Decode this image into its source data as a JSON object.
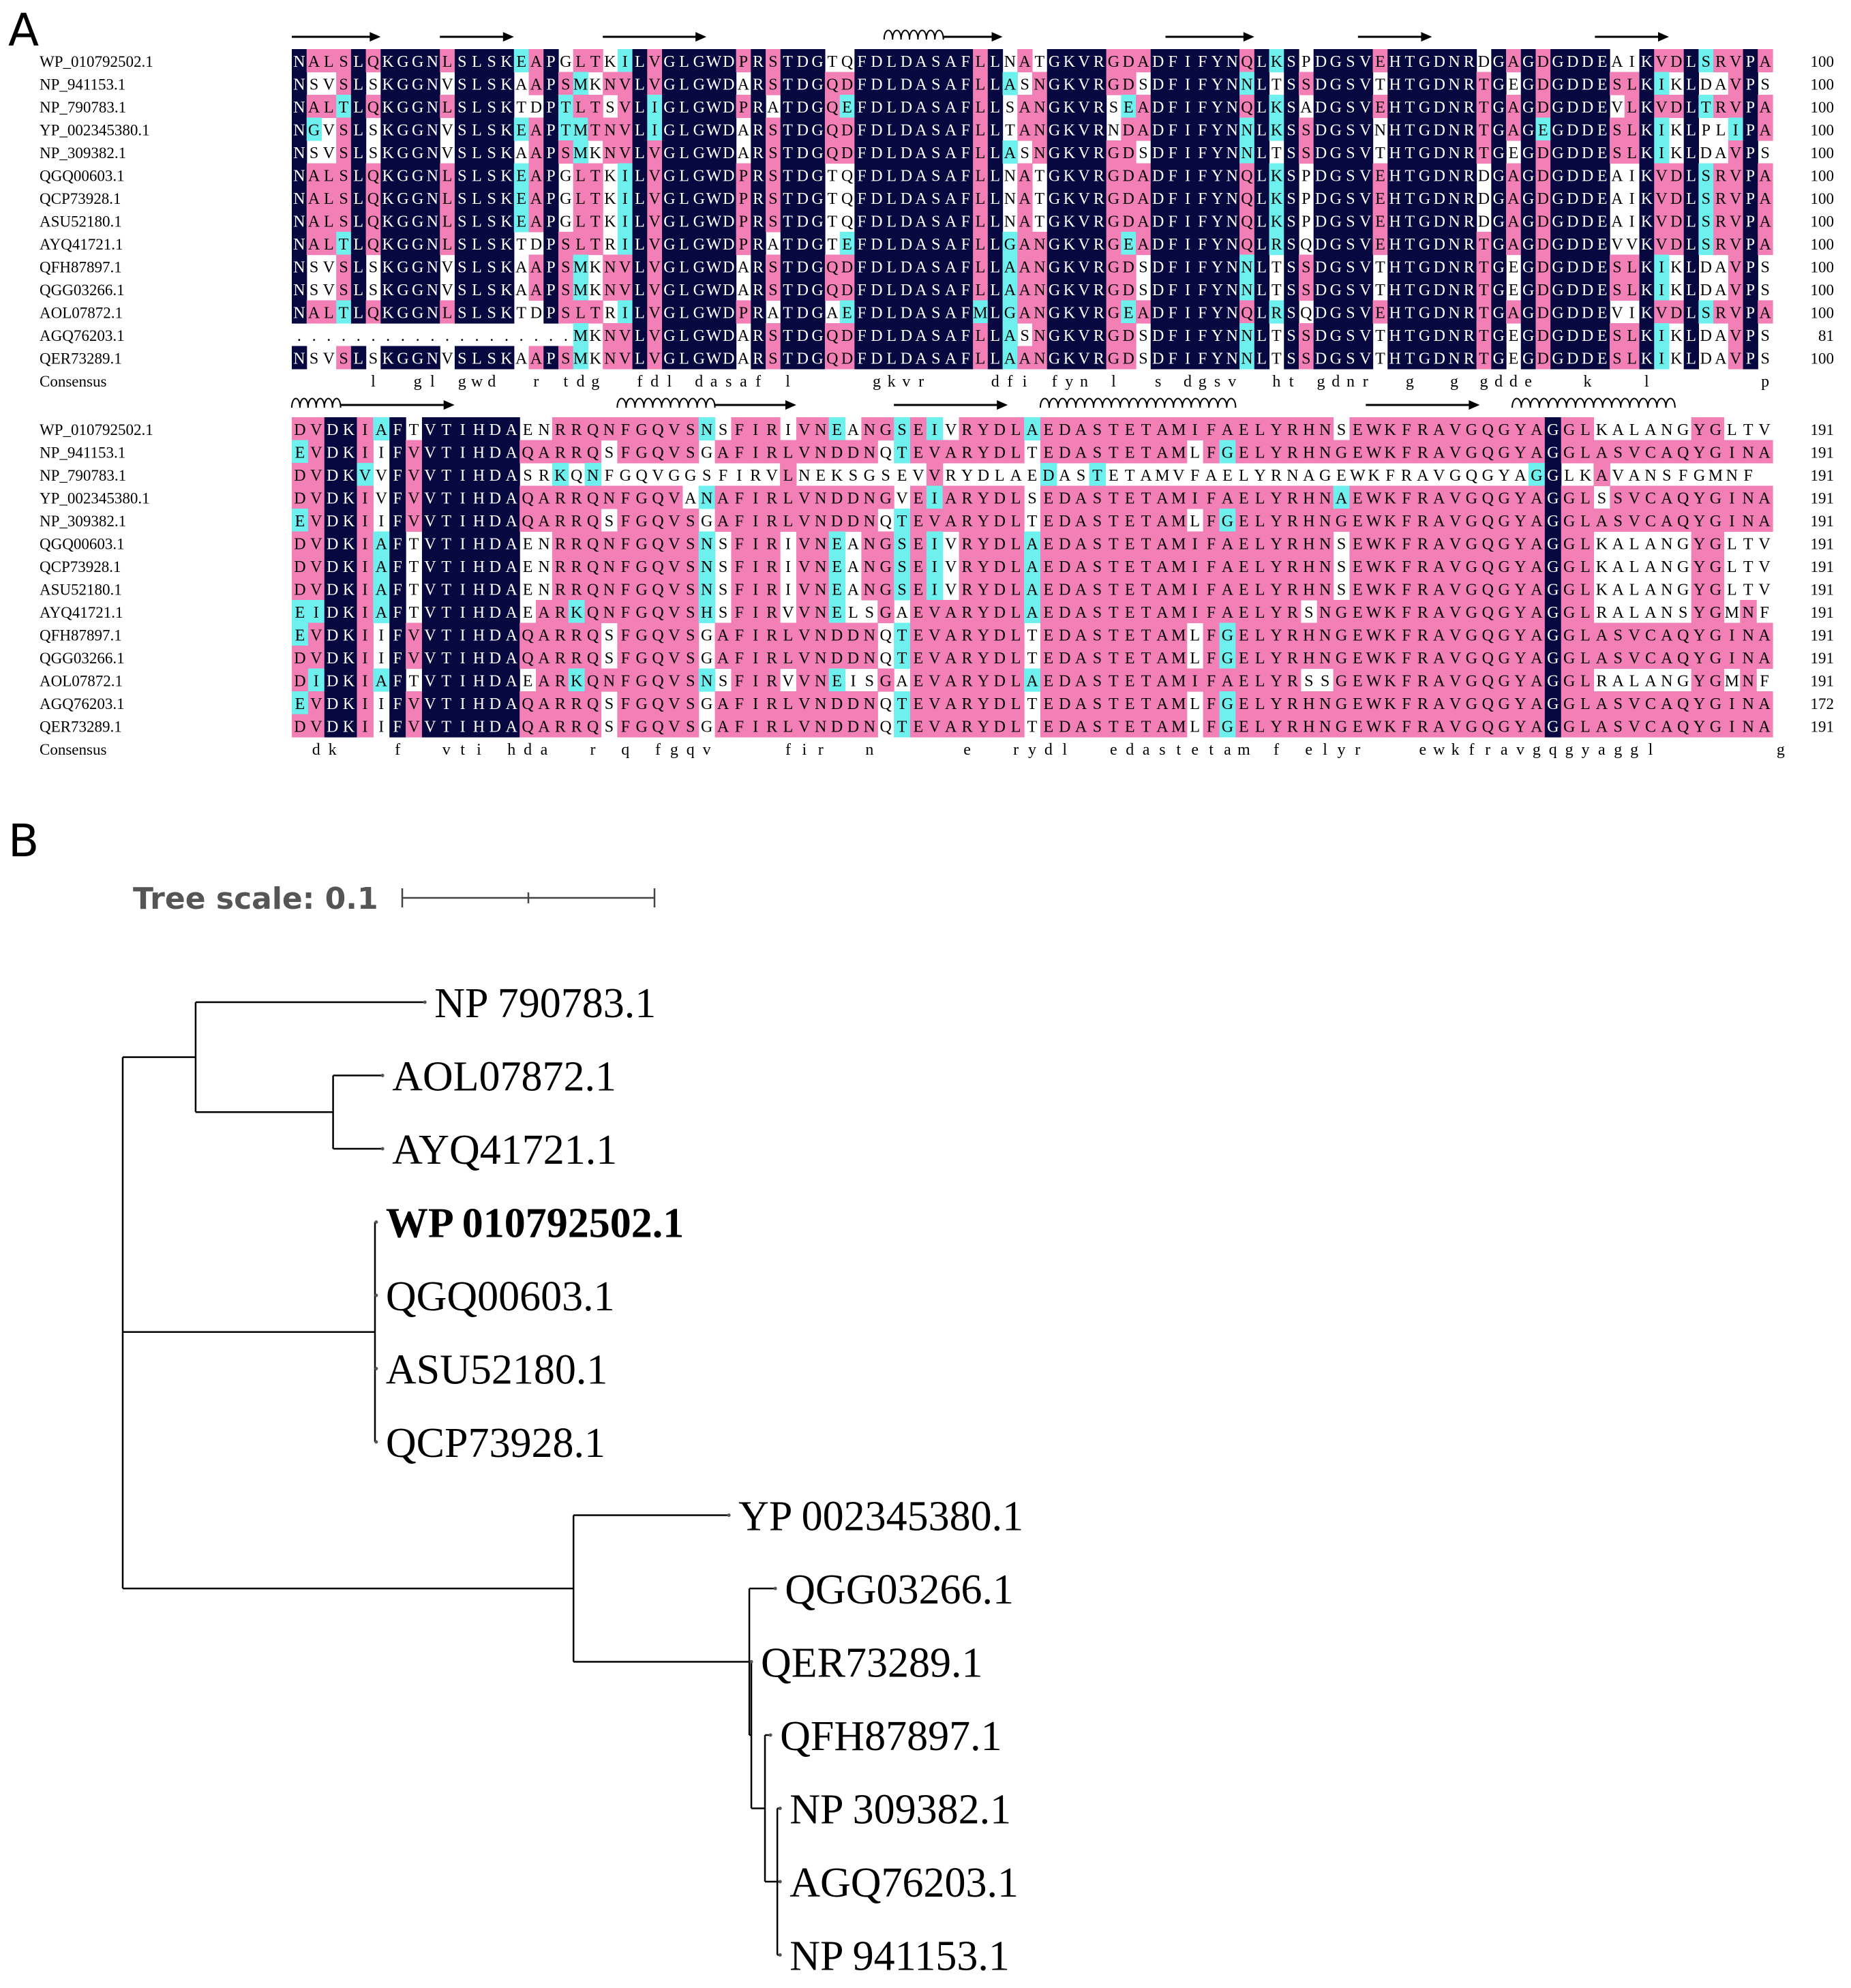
{
  "panelA": {
    "label": "A",
    "colors": {
      "identical": "#080840",
      "high": "#f27fb6",
      "similar": "#6ef0ee",
      "identicalText": "#ffffff",
      "text": "#000000"
    },
    "blocks": [
      {
        "ids": [
          "WP_010792502.1",
          "NP_941153.1",
          "NP_790783.1",
          "YP_002345380.1",
          "NP_309382.1",
          "QGQ00603.1",
          "QCP73928.1",
          "ASU52180.1",
          "AYQ41721.1",
          "QFH87897.1",
          "QGG03266.1",
          "AOL07872.1",
          "AGQ76203.1",
          "QER73289.1"
        ],
        "seqs": [
          "NALSLQKGGNLSLSKEAPGLTKILVGLGWDPRSTDGTQFDLDASAFLLNATGKVRGDADFIFYNQLKSPDGSVEHTGDNRDGAGDGDDEAIKVDLSRVPA",
          "NSVSLSKGGNVSLSKAAPSMKNVLVGLGWDARSTDGQDFDLDASAFLLASNGKVRGDSDFIFYNNLTSSDGSVTHTGDNRTGEGDGDDESLKIKLDAVPS",
          "NALTLQKGGNLSLSKTDPTLTSVLIGLGWDPRATDGQEFDLDASAFLLSANGKVRSEADFIFYNQLKSADGSVEHTGDNRTGAGDGDDEVLKVDLTRVPA",
          "NGVSLSKGGNVSLSKEAPTMTNVLIGLGWDARSTDGQDFDLDASAFLLTANGKVRNDADFIFYNNLKSSDGSVNHTGDNRTGAGEGDDESLKIKLPLIPA",
          "NSVSLSKGGNVSLSKAAPSMKNVLVGLGWDARSTDGQDFDLDASAFLLASNGKVRGDSDFIFYNNLTSSDGSVTHTGDNRTGEGDGDDESLKIKLDAVPS",
          "NALSLQKGGNLSLSKEAPGLTKILVGLGWDPRSTDGTQFDLDASAFLLNATGKVRGDADFIFYNQLKSPDGSVEHTGDNRDGAGDGDDEAIKVDLSRVPA",
          "NALSLQKGGNLSLSKEAPGLTKILVGLGWDPRSTDGTQFDLDASAFLLNATGKVRGDADFIFYNQLKSPDGSVEHTGDNRDGAGDGDDEAIKVDLSRVPA",
          "NALSLQKGGNLSLSKEAPGLTKILVGLGWDPRSTDGTQFDLDASAFLLNATGKVRGDADFIFYNQLKSPDGSVEHTGDNRDGAGDGDDEAIKVDLSRVPA",
          "NALTLQKGGNLSLSKTDPSLTRILVGLGWDPRATDGTEFDLDASAFLLGANGKVRGEADFIFYNQLRSQDGSVEHTGDNRTGAGDGDDEVVKVDLSRVPA",
          "NSVSLSKGGNVSLSKAAPSMKNVLVGLGWDARSTDGQDFDLDASAFLLAANGKVRGDSDFIFYNNLTSSDGSVTHTGDNRTGEGDGDDESLKIKLDAVPS",
          "NSVSLSKGGNVSLSKAAPSMKNVLVGLGWDARSTDGQDFDLDASAFLLAANGKVRGDSDFIFYNNLTSSDGSVTHTGDNRTGEGDGDDESLKIKLDAVPS",
          "NALTLQKGGNLSLSKTDPSLTRILVGLGWDPRATDGAEFDLDASAFMLGANGKVRGEADFIFYNQLRSQDGSVEHTGDNRTGAGDGDDEVIKVDLSRVPA",
          "...................MKNVLVGLGWDARSTDGQDFDLDASAFLLASNGKVRGDSDFIFYNNLTSSDGSVTHTGDNRTGEGDGDDESLKIKLDAVPS",
          "NSVSLSKGGNVSLSKAAPSMKNVLVGLGWDARSTDGQDFDLDASAFLLAANGKVRGDSDFIFYNNLTSSDGSVTHTGDNRTGEGDGDDESLKIKLDAVPS"
        ],
        "ends": [
          "100",
          "100",
          "100",
          "100",
          "100",
          "100",
          "100",
          "100",
          "100",
          "100",
          "100",
          "100",
          "81",
          "100"
        ],
        "consensusLabel": "Consensus",
        "consensus": "     l  gl gwd  r tdg  fdl dasaf l     gkvr    dfi fyn l  s dgsv  ht gdnr  g  g gdde   k   l       p  ",
        "ss": [
          {
            "type": "arrow",
            "from": 0,
            "to": 5
          },
          {
            "type": "arrow",
            "from": 10,
            "to": 14
          },
          {
            "type": "arrow",
            "from": 21,
            "to": 27
          },
          {
            "type": "helix",
            "from": 40,
            "to": 43
          },
          {
            "type": "arrow",
            "from": 44,
            "to": 47
          },
          {
            "type": "arrow",
            "from": 59,
            "to": 64
          },
          {
            "type": "arrow",
            "from": 72,
            "to": 76
          },
          {
            "type": "arrow",
            "from": 88,
            "to": 92
          }
        ]
      },
      {
        "ids": [
          "WP_010792502.1",
          "NP_941153.1",
          "NP_790783.1",
          "YP_002345380.1",
          "NP_309382.1",
          "QGQ00603.1",
          "QCP73928.1",
          "ASU52180.1",
          "AYQ41721.1",
          "QFH87897.1",
          "QGG03266.1",
          "AOL07872.1",
          "AGQ76203.1",
          "QER73289.1"
        ],
        "seqs": [
          "DVDKIAFTVTIHDAENRRQNFGQVSNSFIRIVNEANGSEIVRYDLAEDASTETAMIFAELYRHNSEWKFRAVGQGYAGGLKALANGYGLTV",
          "EVDKIIFVVTIHDAQARRQSFGQVSGAFIRLVNDDNQTEVARYDLTEDASTETAMLFGELYRHNGEWKFRAVGQGYAGGLASVCAQYGINA",
          "DVDKVVFVVTIHDASRKQNFGQVGGSFIRVLNEKSGSEVVRYDLAEDASTETAMVFAELYRNAGEWKFRAVGQGYAGGLKAVANSFGMNF",
          "DVDKIVFVVTIHDAQARRQNFGQVANAFIRLVNDDNGVEIARYDLSEDASTETAMIFAELYRHNAEWKFRAVGQGYAGGLSSVCAQYGINA",
          "EVDKIIFVVTIHDAQARRQSFGQVSGAFIRLVNDDNQTEVARYDLTEDASTETAMLFGELYRHNGEWKFRAVGQGYAGGLASVCAQYGINA",
          "DVDKIAFTVTIHDAENRRQNFGQVSNSFIRIVNEANGSEIVRYDLAEDASTETAMIFAELYRHNSEWKFRAVGQGYAGGLKALANGYGLTV",
          "DVDKIAFTVTIHDAENRRQNFGQVSNSFIRIVNEANGSEIVRYDLAEDASTETAMIFAELYRHNSEWKFRAVGQGYAGGLKALANGYGLTV",
          "DVDKIAFTVTIHDAENRRQNFGQVSNSFIRIVNEANGSEIVRYDLAEDASTETAMIFAELYRHNSEWKFRAVGQGYAGGLKALANGYGLTV",
          "EIDKIAFTVTIHDAEARKQNFGQVSHSFIRVVNELSGAEVARYDLAEDASTETAMIFAELYRSNGEWKFRAVGQGYAGGLRALANSYGMNF",
          "EVDKIIFVVTIHDAQARRQSFGQVSGAFIRLVNDDNQTEVARYDLTEDASTETAMLFGELYRHNGEWKFRAVGQGYAGGLASVCAQYGINA",
          "DVDKIIFVVTIHDAQARRQSFGQVSGAFIRLVNDDNQTEVARYDLTEDASTETAMLFGELYRHNGEWKFRAVGQGYAGGLASVCAQYGINA",
          "DIDKIAFTVTIHDAEARKQNFGQVSNSFIRVVNEISGAEVARYDLAEDASTETAMIFAELYRSSGEWKFRAVGQGYAGGLRALANGYGMNF",
          "EVDKIIFVVTIHDAQARRQSFGQVSGAFIRLVNDDNQTEVARYDLTEDASTETAMLFGELYRHNGEWKFRAVGQGYAGGLASVCAQYGINA",
          "DVDKIIFVVTIHDAQARRQSFGQVSGAFIRLVNDDNQTEVARYDLTEDASTETAMLFGELYRHNGEWKFRAVGQGYAGGLASVCAQYGINA"
        ],
        "ends": [
          "191",
          "191",
          "191",
          "191",
          "191",
          "191",
          "191",
          "191",
          "191",
          "191",
          "191",
          "191",
          "172",
          "191"
        ],
        "consensusLabel": "Consensus",
        "consensus": " dk   f  vti hda  r q fgqv    fir  n     e  rydl  edastetam f elyr   ewkfravgqgyaggl       g    ",
        "ss": [
          {
            "type": "helix",
            "from": 0,
            "to": 2
          },
          {
            "type": "arrow",
            "from": 3,
            "to": 9
          },
          {
            "type": "helix",
            "from": 20,
            "to": 25
          },
          {
            "type": "arrow",
            "from": 26,
            "to": 30
          },
          {
            "type": "arrow",
            "from": 37,
            "to": 43
          },
          {
            "type": "helix",
            "from": 46,
            "to": 57
          },
          {
            "type": "arrow",
            "from": 66,
            "to": 72
          },
          {
            "type": "helix",
            "from": 75,
            "to": 84
          }
        ]
      }
    ]
  },
  "panelB": {
    "label": "B",
    "scale": {
      "label": "Tree scale: 0.1",
      "value": 0.1
    },
    "tree": {
      "d": 0,
      "children": [
        {
          "d": 0.0289,
          "children": [
            {
              "d": 0.0909,
              "name": "NP 790783.1"
            },
            {
              "d": 0.0545,
              "children": [
                {
                  "d": 0.0196,
                  "name": "AOL07872.1"
                },
                {
                  "d": 0.0196,
                  "name": "AYQ41721.1"
                }
              ]
            }
          ]
        },
        {
          "d": 0.1,
          "children": [
            {
              "d": 0.0005,
              "name": "WP 010792502.1",
              "bold": true
            },
            {
              "d": 0.0005,
              "name": "QGQ00603.1"
            },
            {
              "d": 0.0005,
              "name": "ASU52180.1"
            },
            {
              "d": 0.0005,
              "name": "QCP73928.1"
            }
          ]
        },
        {
          "d": 0.1787,
          "children": [
            {
              "d": 0.0616,
              "name": "YP 002345380.1"
            },
            {
              "d": 0.0697,
              "children": [
                {
                  "d": 0.0103,
                  "name": "QGG03266.1"
                },
                {
                  "d": 0.0008,
                  "children": [
                    {
                      "d": 0.0,
                      "name": "QER73289.1"
                    },
                    {
                      "d": 0.0054,
                      "children": [
                        {
                          "d": 0.0022,
                          "name": "QFH87897.1"
                        },
                        {
                          "d": 0.0049,
                          "children": [
                            {
                              "d": 0.0011,
                              "name": "NP 309382.1"
                            },
                            {
                              "d": 0.0011,
                              "name": "AGQ76203.1"
                            },
                            {
                              "d": 0.0011,
                              "name": "NP 941153.1"
                            }
                          ]
                        }
                      ]
                    }
                  ]
                }
              ]
            }
          ]
        }
      ]
    }
  }
}
